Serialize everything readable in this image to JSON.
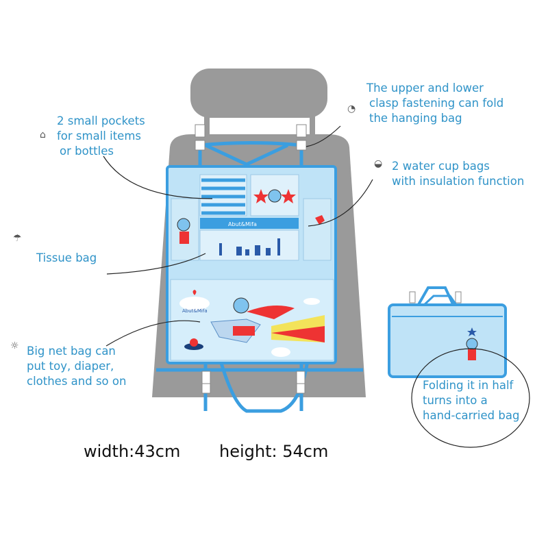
{
  "annotations": {
    "clasp": {
      "icon": "gauge-icon",
      "lines": [
        "The upper and lower",
        "clasp fastening can fold",
        "the hanging bag"
      ]
    },
    "pockets": {
      "icon": "basket-icon",
      "lines": [
        "2 small pockets",
        "for small items",
        "or bottles"
      ]
    },
    "water": {
      "icon": "cup-icon",
      "lines": [
        "2 water cup bags",
        "with insulation function"
      ]
    },
    "tissue": {
      "icon": "umbrella-icon",
      "lines": [
        "Tissue bag"
      ]
    },
    "net": {
      "icon": "sun-icon",
      "lines": [
        "Big net bag can",
        "put toy, diaper,",
        "clothes and so on"
      ]
    },
    "folding": {
      "lines": [
        "Folding it in half",
        "turns into a",
        "hand-carried bag"
      ]
    }
  },
  "brand": "Abut&Mifa",
  "dimensions": {
    "width_text": "width:43cm",
    "height_text": "height: 54cm"
  },
  "colors": {
    "label_blue": "#2f93c8",
    "organizer_blue": "#bfe3f7",
    "trim_blue": "#3b9ee0",
    "seat_gray": "#9a9a9a"
  }
}
